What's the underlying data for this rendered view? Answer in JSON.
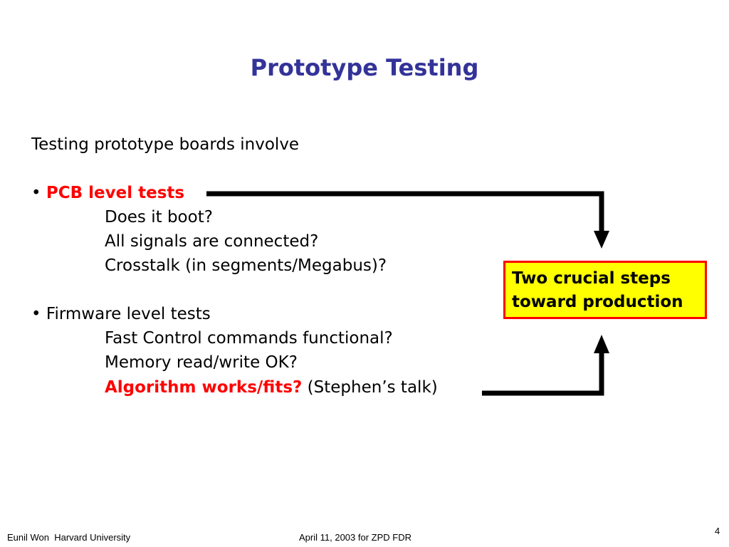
{
  "slide": {
    "title": "Prototype Testing",
    "intro": "Testing prototype boards involve",
    "bullet_glyph": "•",
    "section1": {
      "heading": "PCB level tests",
      "items": [
        "Does it boot?",
        "All signals are connected?",
        "Crosstalk (in segments/Megabus)?"
      ]
    },
    "section2": {
      "heading": "Firmware level tests",
      "items": [
        "Fast Control commands functional?",
        "Memory read/write OK?"
      ],
      "last_item_highlight": "Algorithm works/fits?",
      "last_item_rest": " (Stephen’s talk)"
    },
    "callout": {
      "line1": "Two crucial steps",
      "line2": "toward production"
    },
    "colors": {
      "title": "#333399",
      "highlight": "#ff0000",
      "callout_fill": "#ffff00",
      "callout_border": "#ff0000"
    }
  },
  "footer": {
    "author": "Eunil Won  Harvard University",
    "event": "April 11, 2003 for ZPD FDR",
    "page_number": "4"
  }
}
